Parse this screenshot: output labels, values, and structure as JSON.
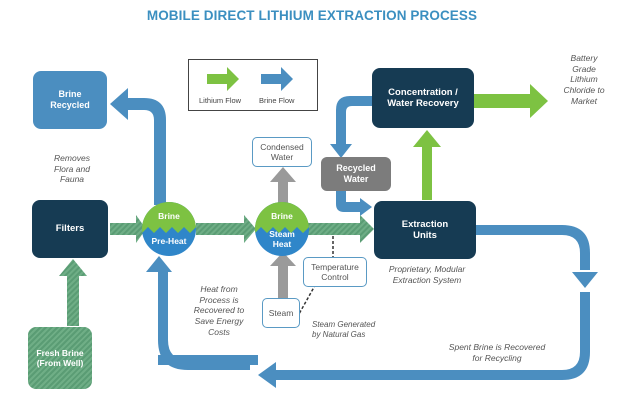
{
  "title": "MOBILE DIRECT LITHIUM EXTRACTION PROCESS",
  "legend": {
    "lithium_flow": "Lithium Flow",
    "brine_flow": "Brine Flow"
  },
  "colors": {
    "title": "#3b8fc0",
    "lithium_flow": "#7dc242",
    "brine_flow": "#4b8ec0",
    "navy_box": "#163b53",
    "gray_flow": "#9a9a9a",
    "fresh_brine": "#5a9c74"
  },
  "nodes": {
    "brine_recycled": "Brine\nRecycled",
    "filters": "Filters",
    "fresh_brine": "Fresh Brine\n(From Well)",
    "preheat_top": "Brine",
    "preheat_bottom": "Pre-Heat",
    "steam_top": "Brine",
    "steam_bottom": "Steam\nHeat",
    "condensed_water": "Condensed\nWater",
    "recycled_water": "Recycled\nWater",
    "concentration": "Concentration /\nWater Recovery",
    "extraction_units": "Extraction\nUnits",
    "temperature_control": "Temperature\nControl",
    "steam": "Steam"
  },
  "notes": {
    "removes_flora": "Removes\nFlora and\nFauna",
    "battery_grade": "Battery\nGrade\nLithium\nChloride to\nMarket",
    "heat_recovered": "Heat from\nProcess is\nRecovered to\nSave Energy\nCosts",
    "proprietary": "Proprietary, Modular\nExtraction System",
    "steam_generated": "Steam Generated\nby Natural Gas",
    "spent_brine": "Spent Brine is Recovered\nfor Recycling"
  }
}
